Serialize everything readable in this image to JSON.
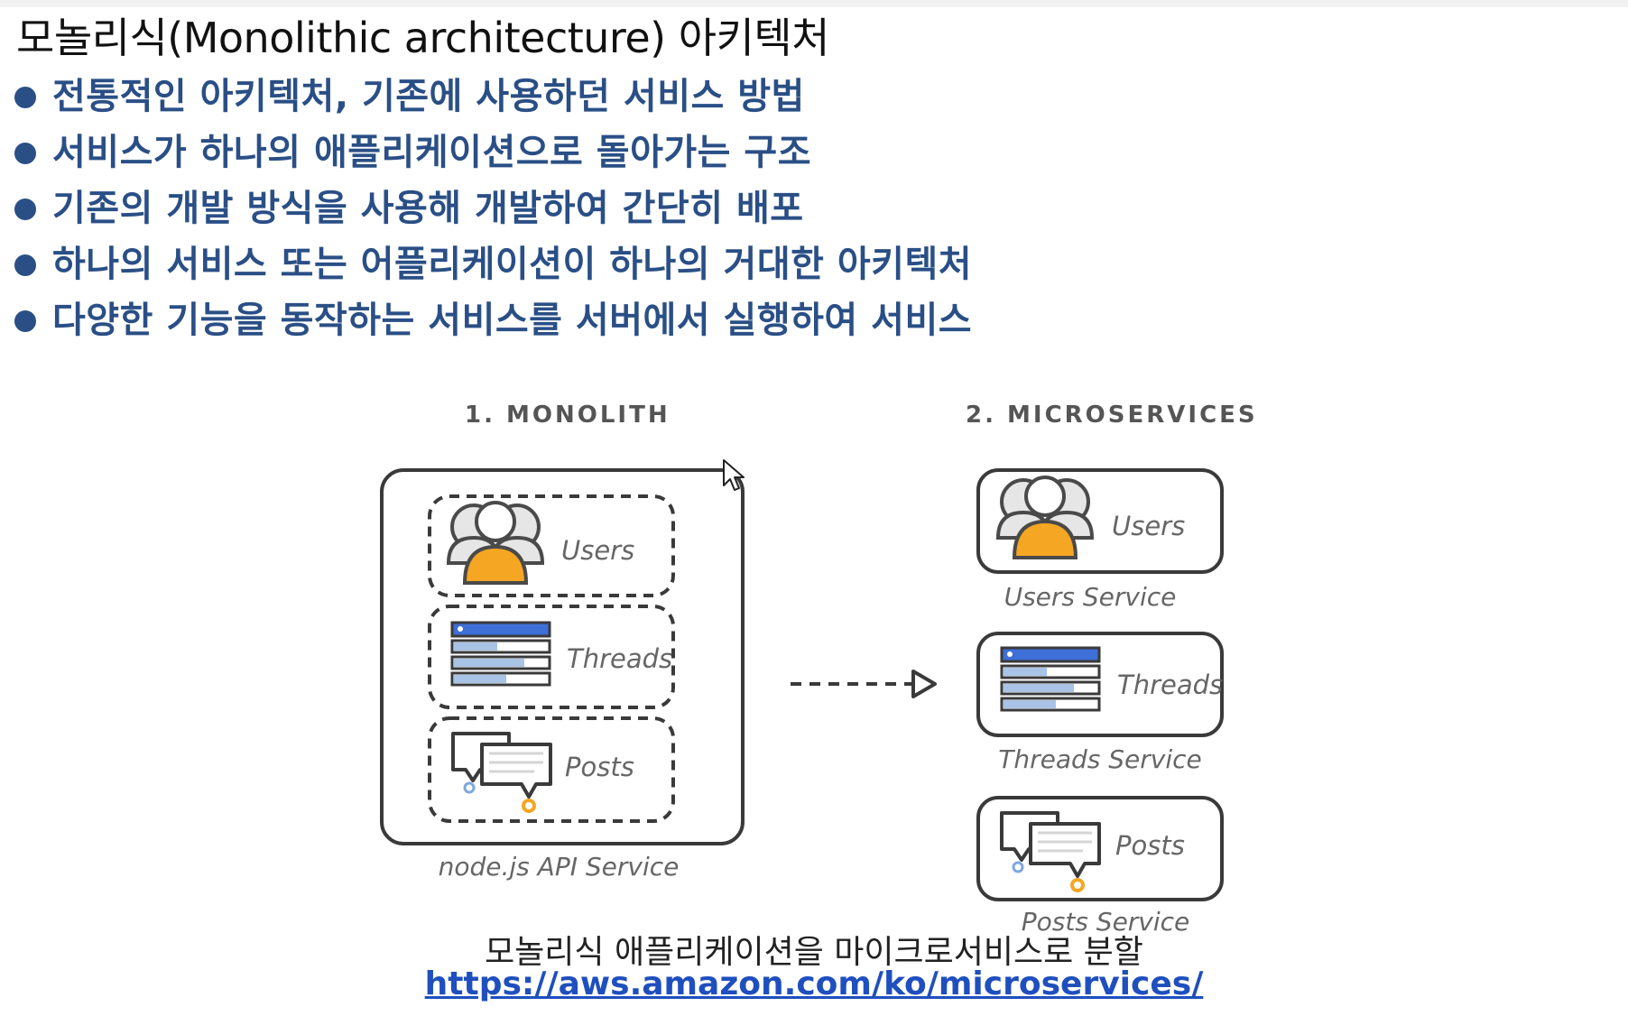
{
  "title": "모놀리식(Monolithic architecture) 아키텍처",
  "bullets": [
    "전통적인 아키텍처, 기존에 사용하던 서비스 방법",
    "서비스가 하나의 애플리케이션으로 돌아가는 구조",
    "기존의 개발 방식을 사용해 개발하여 간단히 배포",
    "하나의 서비스 또는 어플리케이션이 하나의 거대한 아키텍처",
    "다양한 기능을 동작하는 서비스를 서버에서 실행하여 서비스"
  ],
  "diagram": {
    "monolith": {
      "heading": "1. MONOLITH",
      "modules": {
        "users": "Users",
        "threads": "Threads",
        "posts": "Posts"
      },
      "caption": "node.js API Service"
    },
    "microservices": {
      "heading": "2. MICROSERVICES",
      "services": [
        {
          "label": "Users",
          "caption": "Users Service"
        },
        {
          "label": "Threads",
          "caption": "Threads Service"
        },
        {
          "label": "Posts",
          "caption": "Posts Service"
        }
      ]
    }
  },
  "caption": "모놀리식 애플리케이션을 마이크로서비스로 분할",
  "link": "https://aws.amazon.com/ko/microservices/",
  "colors": {
    "bullet_text": "#2a4f86",
    "link": "#1f4fbf",
    "user_body": "#f5a623",
    "threads_bar": "#3d6fd6",
    "threads_light": "#a9c3e6",
    "posts_dot_blue": "#7fa7e0",
    "posts_dot_orange": "#f5a623"
  }
}
